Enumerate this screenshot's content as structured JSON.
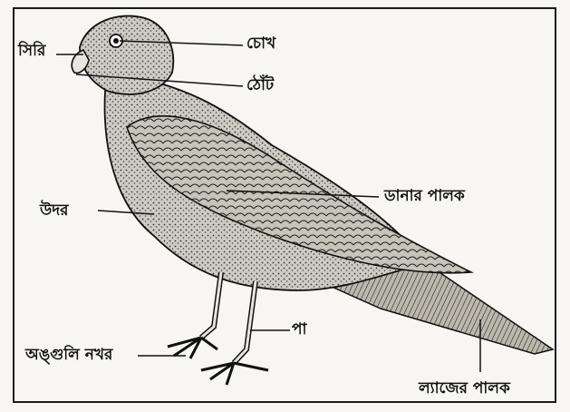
{
  "labels": {
    "cere": "সিরি",
    "eye": "চোখ",
    "beak": "ঠোঁট",
    "wing_feather": "ডানার পালক",
    "belly": "উদর",
    "leg": "পা",
    "toe_claw": "অঙ্গুলি নখর",
    "tail_feather": "ল্যাজের পালক"
  },
  "colors": {
    "ink": "#111111",
    "paper": "#f7f6f2",
    "body_fill": "#d9d6cf"
  }
}
